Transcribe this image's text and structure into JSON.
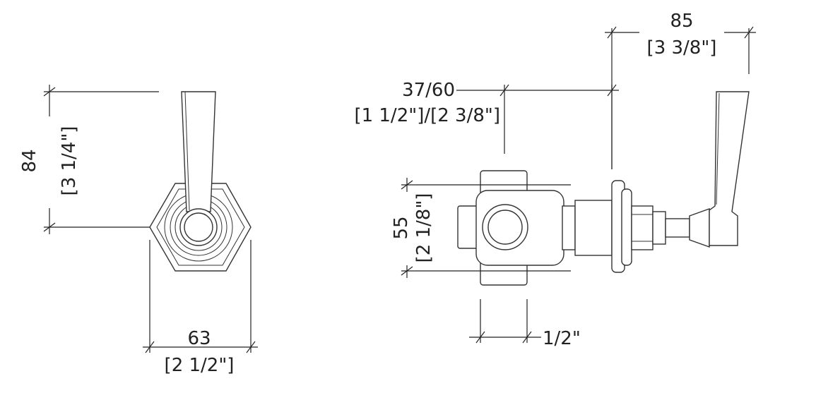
{
  "front_view": {
    "height_mm": "84",
    "height_in": "[3 1/4\"]",
    "width_mm": "63",
    "width_in": "[2 1/2\"]"
  },
  "side_view": {
    "projection_mm": "85",
    "projection_in": "[3 3/8\"]",
    "wall_range_mm": "37/60",
    "wall_range_in": "[1 1/2\"]/[2 3/8\"]",
    "body_height_mm": "55",
    "body_height_in": "[2 1/8\"]",
    "connection": "1/2\""
  }
}
